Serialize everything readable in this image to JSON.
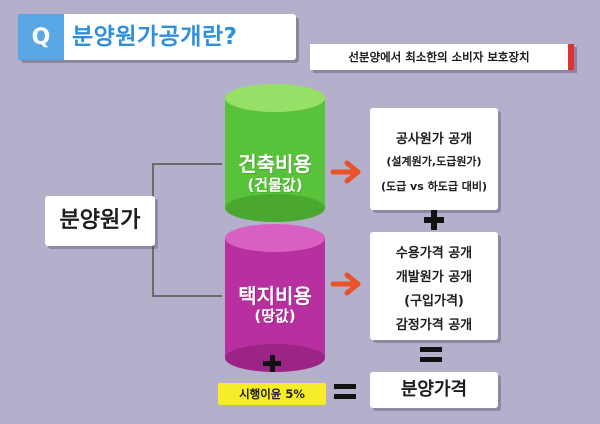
{
  "title": {
    "badge": "Q",
    "text": "분양원가공개란?"
  },
  "subtitle": "선분양에서 최소한의 소비자 보호장치",
  "root": {
    "label": "분양원가"
  },
  "cylinders": [
    {
      "line1": "건축비용",
      "line2": "(건물값)"
    },
    {
      "line1": "택지비용",
      "line2": "(땅값)"
    }
  ],
  "boxes": {
    "construction": [
      "공사원가 공개",
      "(설계원가,도급원가)",
      "(도급 vs 하도급 대비)"
    ],
    "land": [
      "수용가격 공개",
      "개발원가 공개",
      "(구입가격)",
      "감정가격 공개"
    ],
    "result": "분양가격"
  },
  "profit": "시행이윤 5%",
  "colors": {
    "background": "#b4afcb",
    "title_blue": "#2f8fdc",
    "badge_blue": "#5aa7e6",
    "green_cylinder": "#57c23a",
    "magenta_cylinder": "#b8309f",
    "arrow_orange": "#e8532a",
    "accent_red": "#e03030",
    "profit_yellow": "#f6ec2a"
  }
}
